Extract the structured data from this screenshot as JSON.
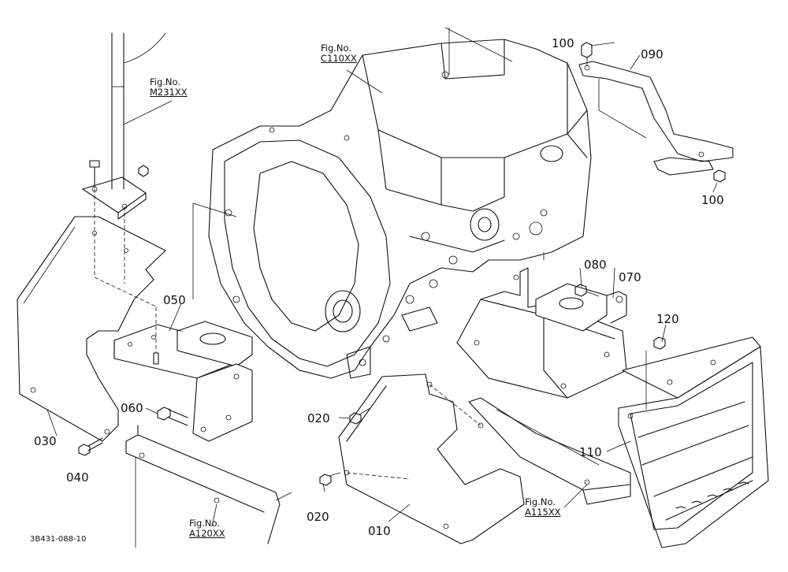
{
  "parts": {
    "p010": "010",
    "p020a": "020",
    "p020b": "020",
    "p030": "030",
    "p040": "040",
    "p050": "050",
    "p060": "060",
    "p070": "070",
    "p080": "080",
    "p090": "090",
    "p100a": "100",
    "p100b": "100",
    "p110": "110",
    "p120": "120"
  },
  "fig_refs": {
    "m231": {
      "label": "Fig.No.",
      "code": "M231XX"
    },
    "c110": {
      "label": "Fig.No.",
      "code": "C110XX"
    },
    "a115": {
      "label": "Fig.No.",
      "code": "A115XX"
    },
    "a120": {
      "label": "Fig.No.",
      "code": "A120XX"
    }
  },
  "document_number": "3B431-088-10"
}
